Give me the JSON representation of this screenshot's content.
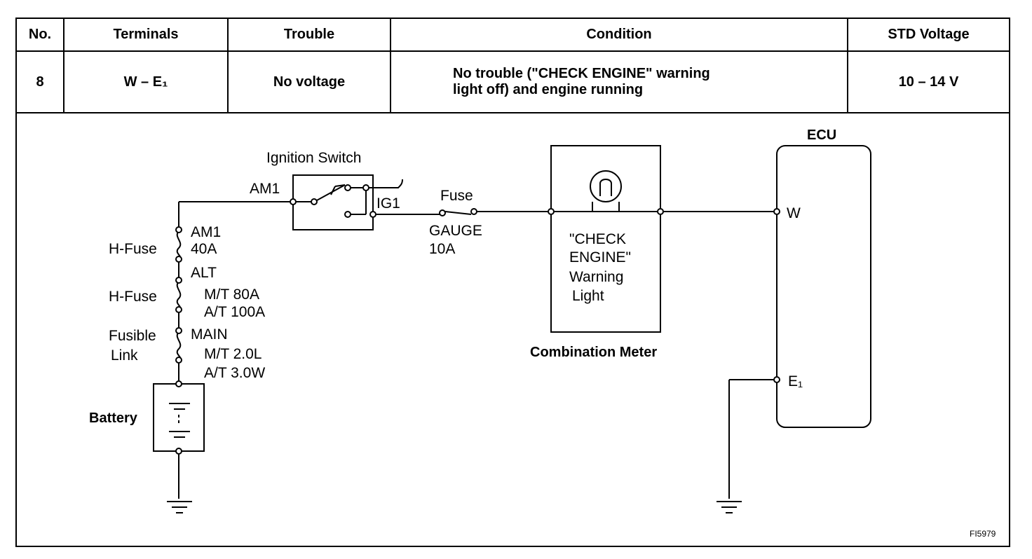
{
  "table": {
    "headers": {
      "no": "No.",
      "terminals": "Terminals",
      "trouble": "Trouble",
      "condition": "Condition",
      "std_voltage": "STD Voltage"
    },
    "row": {
      "no": "8",
      "terminals": "W  –  E₁",
      "trouble": "No voltage",
      "condition_line1": "No trouble (\"CHECK ENGINE\" warning",
      "condition_line2": "light off) and engine running",
      "std_voltage": "10 – 14 V"
    }
  },
  "diagram": {
    "ignition_switch": "Ignition Switch",
    "am1_terminal": "AM1",
    "ig1_terminal": "IG1",
    "fuse_label": "Fuse",
    "fuse_name": "GAUGE",
    "fuse_rating": "10A",
    "meter_label_1": "\"CHECK",
    "meter_label_2": "ENGINE\"",
    "meter_label_3": "Warning",
    "meter_label_4": "Light",
    "combination_meter": "Combination Meter",
    "ecu": "ECU",
    "ecu_w": "W",
    "ecu_e1": "E₁",
    "hfuse1_label": "H-Fuse",
    "hfuse1_name": "AM1",
    "hfuse1_rating": "40A",
    "hfuse2_label": "H-Fuse",
    "hfuse2_name": "ALT",
    "hfuse2_rating_mt": "M/T 80A",
    "hfuse2_rating_at": "A/T 100A",
    "fusible_label_1": "Fusible",
    "fusible_label_2": "Link",
    "fusible_name": "MAIN",
    "fusible_rating_mt": "M/T 2.0L",
    "fusible_rating_at": "A/T 3.0W",
    "battery": "Battery",
    "figure_ref": "FI5979"
  }
}
